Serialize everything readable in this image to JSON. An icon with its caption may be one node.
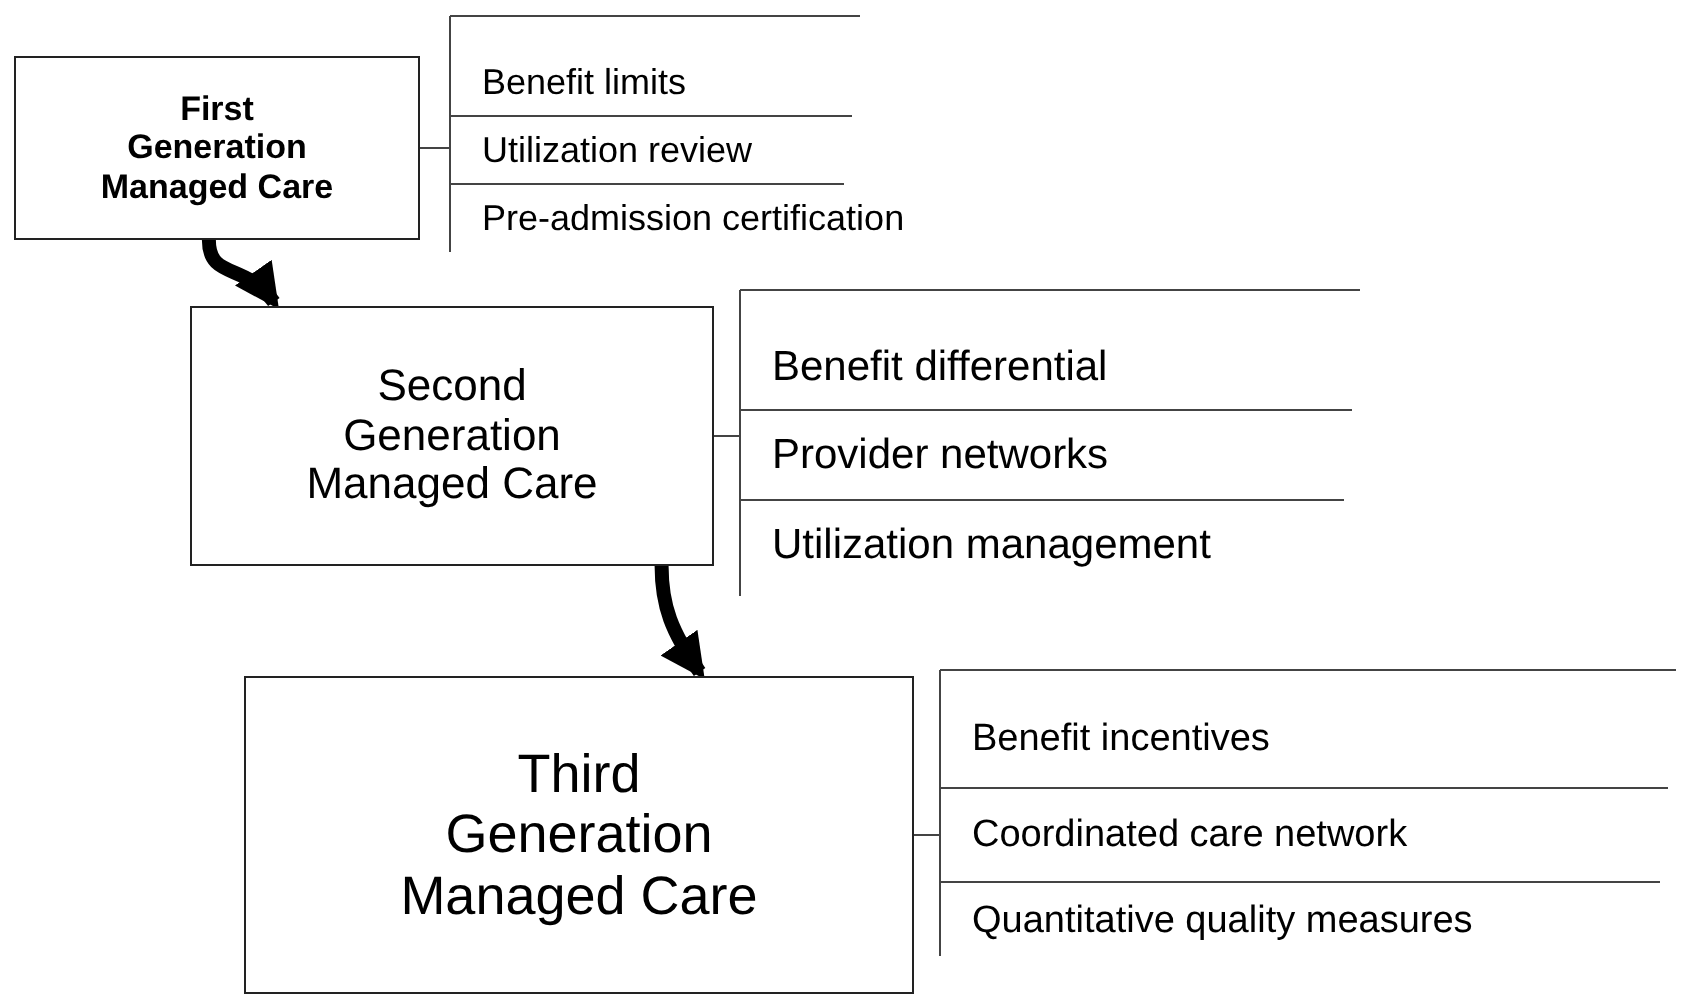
{
  "diagram": {
    "nodes": [
      {
        "text": [
          "First Generation Managed Care"
        ]
      },
      {
        "text": [
          "Benefit limits"
        ]
      },
      {
        "text": [
          "Utilization review"
        ]
      },
      {
        "text": [
          "Pre-admission certification"
        ]
      },
      {
        "text": [
          "Second Generation Managed Care"
        ]
      },
      {
        "text": [
          "Benefit differential"
        ]
      },
      {
        "text": [
          "Provider networks"
        ]
      },
      {
        "text": [
          "Utilization management"
        ]
      },
      {
        "text": [
          "Third Generation Managed Care"
        ]
      },
      {
        "text": [
          "Benefit incentives"
        ]
      },
      {
        "text": [
          "Coordinated care network"
        ]
      },
      {
        "text": [
          "Quantitative quality measures"
        ]
      }
    ],
    "edges": [
      {
        "from": 0,
        "to": 4,
        "arrow": "to",
        "style": "thick"
      },
      {
        "from": 4,
        "to": 8,
        "arrow": "to",
        "style": "thick"
      },
      {
        "from": 0,
        "to": 1,
        "arrow": "none"
      },
      {
        "from": 0,
        "to": 2,
        "arrow": "none"
      },
      {
        "from": 0,
        "to": 3,
        "arrow": "none"
      },
      {
        "from": 4,
        "to": 5,
        "arrow": "none"
      },
      {
        "from": 4,
        "to": 6,
        "arrow": "none"
      },
      {
        "from": 4,
        "to": 7,
        "arrow": "none"
      },
      {
        "from": 8,
        "to": 9,
        "arrow": "none"
      },
      {
        "from": 8,
        "to": 10,
        "arrow": "none"
      },
      {
        "from": 8,
        "to": 11,
        "arrow": "none"
      }
    ]
  }
}
